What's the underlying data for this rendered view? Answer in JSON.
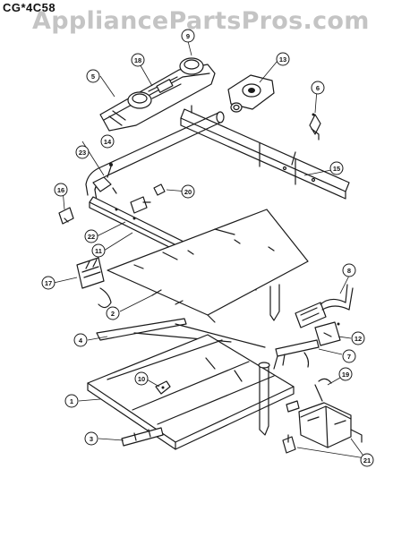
{
  "header": {
    "model_number": "CG*4C58",
    "watermark": "AppliancePartsPros.com"
  },
  "callouts": {
    "c1": "1",
    "c2": "2",
    "c3": "3",
    "c4": "4",
    "c5": "5",
    "c6": "6",
    "c7": "7",
    "c8": "8",
    "c9": "9",
    "c10": "10",
    "c11": "11",
    "c12": "12",
    "c13": "13",
    "c14": "14",
    "c15": "15",
    "c16": "16",
    "c17": "17",
    "c18": "18",
    "c19": "19",
    "c20": "20",
    "c21": "21",
    "c22": "22",
    "c23": "23"
  }
}
